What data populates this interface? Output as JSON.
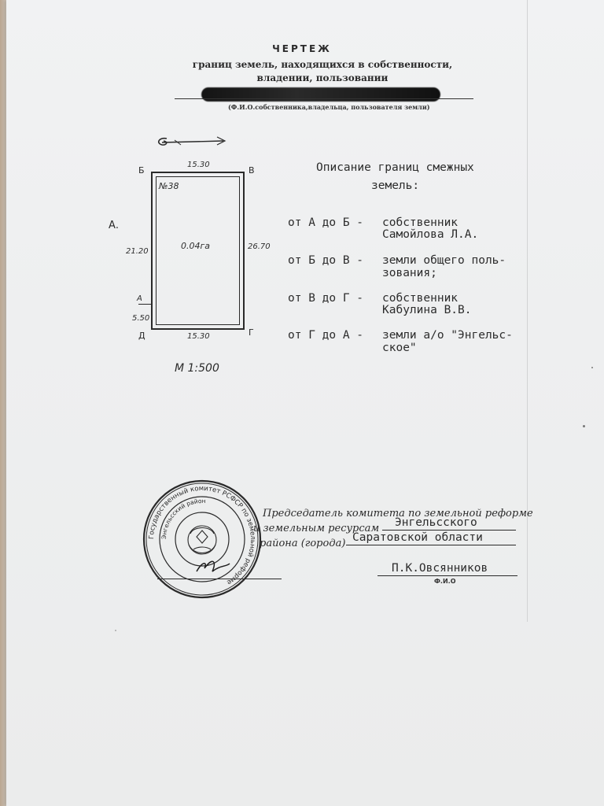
{
  "header": {
    "title": "ЧЕРТЕЖ",
    "subtitle_line1": "границ земель, находящихся в собственности,",
    "subtitle_line2": "владении, пользовании",
    "owner_caption": "(Ф.И.О.собственника,владельца, пользователя земли)"
  },
  "plot": {
    "number": "№38",
    "area": "0.04га",
    "dim_top": "15.30",
    "dim_bottom": "15.30",
    "dim_left": "21.20",
    "dim_right": "26.70",
    "dim_lower_left": "5.50",
    "corner_b": "Б",
    "corner_v": "В",
    "corner_g": "Г",
    "corner_d": "Д",
    "point_a": "А",
    "outside_a": "А.",
    "scale": "М 1:500"
  },
  "description": {
    "heading_line1": "Описание границ смежных",
    "heading_line2": "земель:",
    "entries": [
      {
        "from": "от А до Б -",
        "line1": "собственник",
        "line2": "Самойлова Л.А."
      },
      {
        "from": "от Б до В -",
        "line1": "земли общего поль-",
        "line2": "зования;"
      },
      {
        "from": "от В до Г -",
        "line1": "собственник",
        "line2": "Кабулина В.В."
      },
      {
        "from": "от Г до А -",
        "line1": "земли а/о \"Энгельс-",
        "line2": "ское\""
      }
    ]
  },
  "signature": {
    "line1": "Председатель комитета по земельной реформе",
    "line2_prefix": "и земельным ресурсам",
    "line2_value": "Энгельсского",
    "line3_prefix": "района (города)",
    "line3_value": "Саратовской области",
    "name": "П.К.Овсянников",
    "name_caption": "Ф.И.О"
  },
  "stamp": {
    "outer_text": "Государственный комитет РСФСР по земельной реформе",
    "inner_text": "Энгельсский район"
  }
}
